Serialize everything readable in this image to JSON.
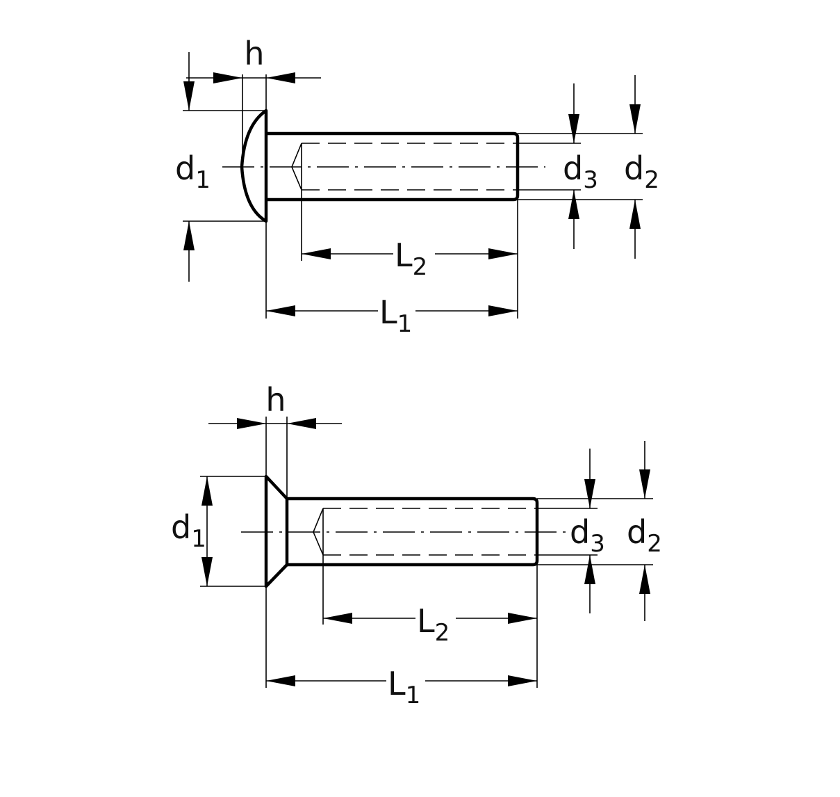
{
  "views": [
    {
      "id": "round-head-rivet",
      "labels": {
        "h": {
          "main": "h",
          "sub": ""
        },
        "d1": {
          "main": "d",
          "sub": "1"
        },
        "d2": {
          "main": "d",
          "sub": "2"
        },
        "d3": {
          "main": "d",
          "sub": "3"
        },
        "L1": {
          "main": "L",
          "sub": "1"
        },
        "L2": {
          "main": "L",
          "sub": "2"
        }
      }
    },
    {
      "id": "countersunk-head-rivet",
      "labels": {
        "h": {
          "main": "h",
          "sub": ""
        },
        "d1": {
          "main": "d",
          "sub": "1"
        },
        "d2": {
          "main": "d",
          "sub": "2"
        },
        "d3": {
          "main": "d",
          "sub": "3"
        },
        "L1": {
          "main": "L",
          "sub": "1"
        },
        "L2": {
          "main": "L",
          "sub": "2"
        }
      }
    }
  ]
}
